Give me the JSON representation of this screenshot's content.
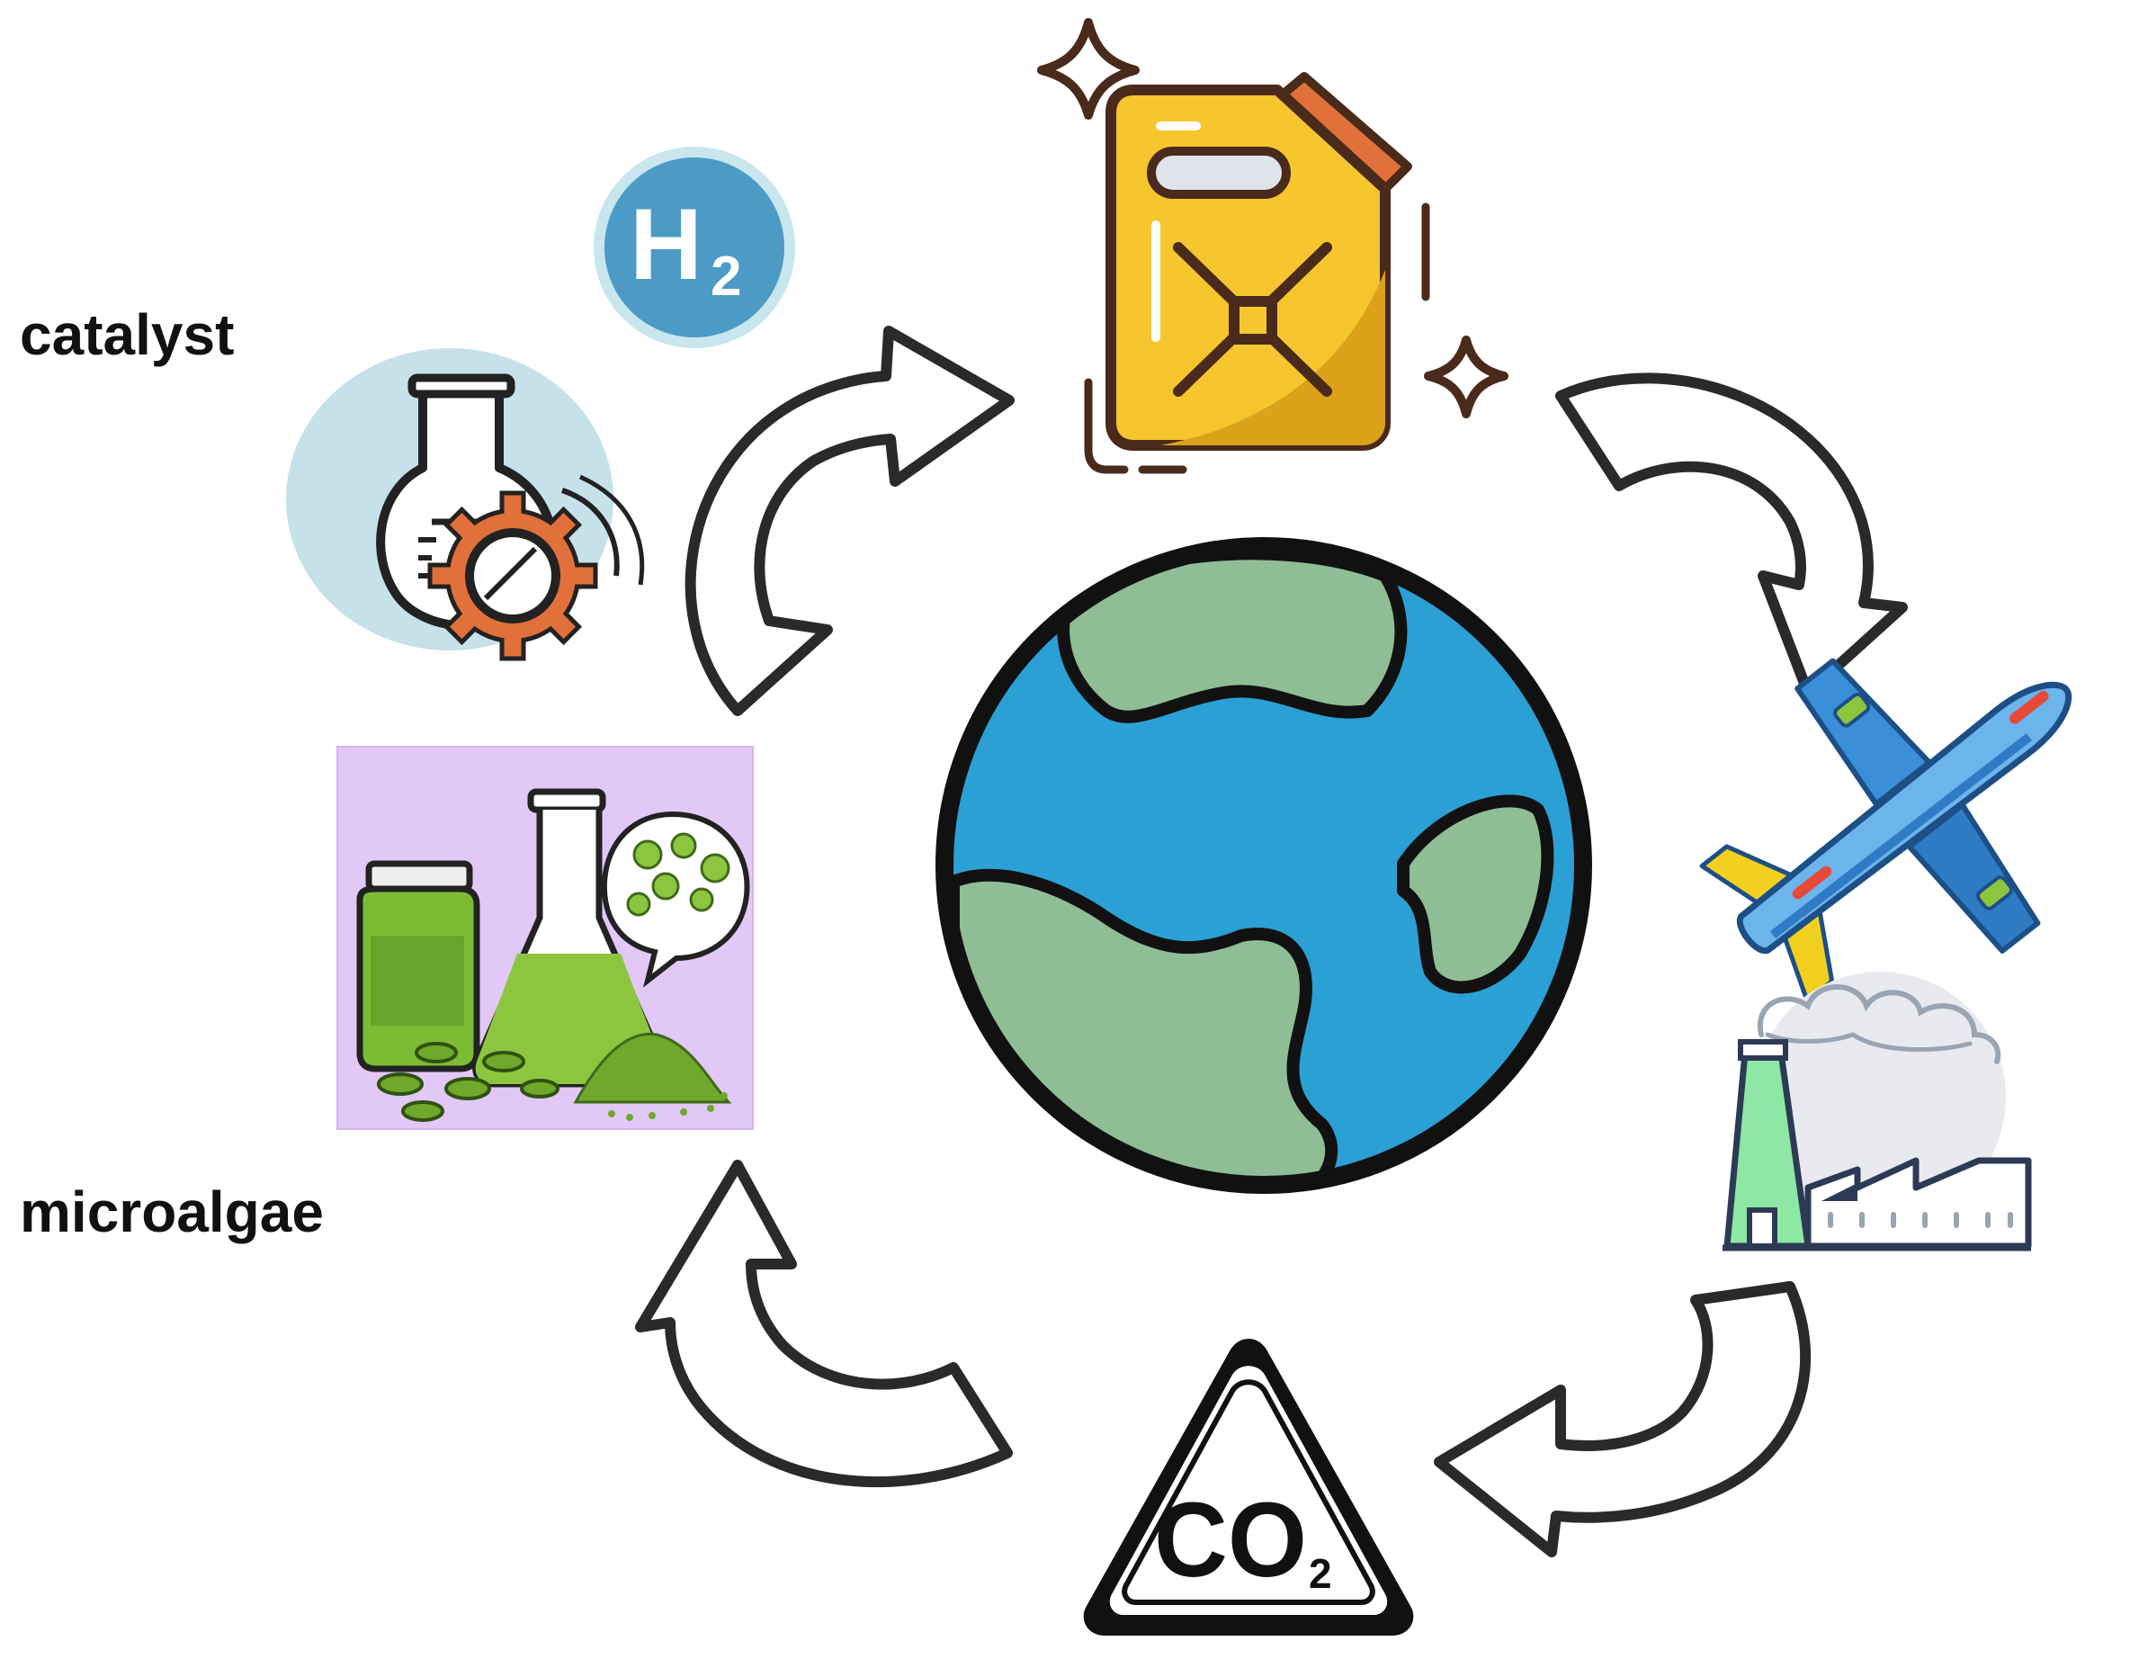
{
  "labels": {
    "catalyst": "catalyst",
    "microalgae": "microalgae"
  },
  "badges": {
    "hydrogen_main": "H",
    "hydrogen_sub": "2",
    "co2_main": "CO",
    "co2_sub": "2"
  },
  "colors": {
    "ocean": "#2ba0d4",
    "land": "#8fbd95",
    "outline": "#111111",
    "fuel_can": "#f5c62e",
    "h2_badge": "#4b9bc6",
    "algae_bg": "#e2c8f7",
    "algae_green": "#8cc63f",
    "plane_blue": "#3b8fd8",
    "arrow_fill": "#ffffff",
    "arrow_stroke": "#2a2a2a"
  },
  "icons": [
    "globe-icon",
    "fuel-jerrycan-icon",
    "sparkle-icon",
    "hydrogen-badge-icon",
    "catalyst-flask-gear-icon",
    "microalgae-lab-icon",
    "airplane-icon",
    "factory-emissions-icon",
    "co2-warning-triangle-icon",
    "cycle-arrow-icon"
  ]
}
